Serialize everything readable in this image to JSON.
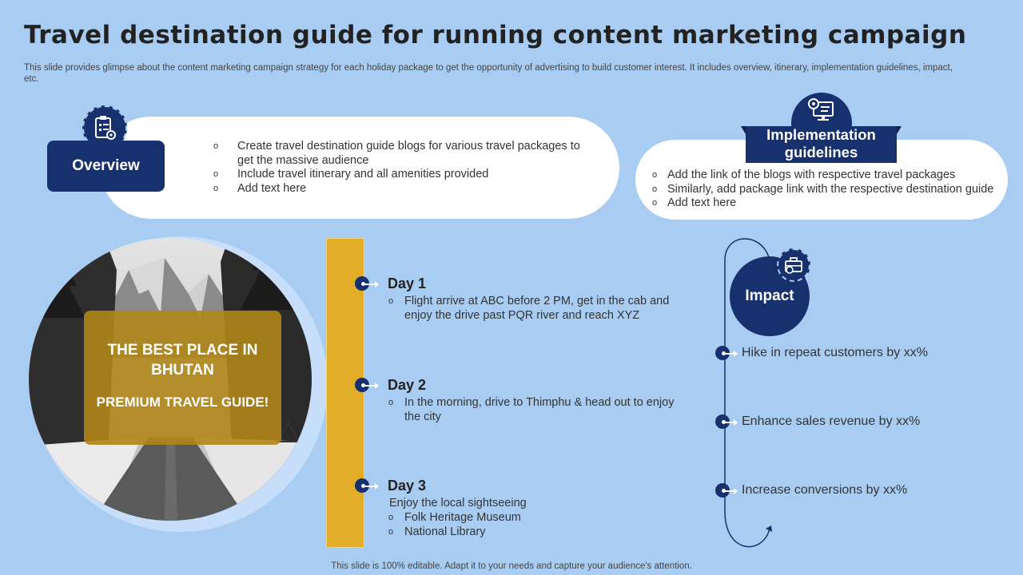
{
  "title": "Travel destination guide for running content marketing campaign",
  "subtitle": "This slide provides glimpse about the content marketing campaign strategy for each holiday package to get the opportunity of advertising to build customer interest. It includes overview, itinerary, implementation guidelines, impact, etc.",
  "overview": {
    "label": "Overview",
    "icon": "clipboard-gear-icon",
    "items": [
      "Create travel destination guide blogs for various travel packages to get the massive audience",
      "Include travel itinerary and all amenities provided",
      "Add text here"
    ]
  },
  "implementation": {
    "label": "Implementation guidelines",
    "icon": "monitor-gear-icon",
    "items": [
      "Add the link of the blogs with respective travel packages",
      "Similarly, add package link with the respective destination guide",
      "Add text here"
    ]
  },
  "photo_card": {
    "line1": "THE BEST PLACE IN BHUTAN",
    "line2": "PREMIUM TRAVEL GUIDE!"
  },
  "itinerary": {
    "days": [
      {
        "title": "Day 1",
        "items": [
          "Flight arrive at ABC before 2 PM, get in the cab and enjoy the drive past PQR river and reach XYZ"
        ]
      },
      {
        "title": "Day 2",
        "items": [
          "In the morning, drive to Thimphu & head out to enjoy the city"
        ]
      },
      {
        "title": "Day 3",
        "intro": "Enjoy the local sightseeing",
        "items": [
          "Folk Heritage Museum",
          "National Library"
        ]
      }
    ]
  },
  "impact": {
    "label": "Impact",
    "icon": "briefcase-gear-icon",
    "items": [
      "Hike in repeat customers by xx%",
      "Enhance sales revenue by xx%",
      "Increase conversions by xx%"
    ]
  },
  "footer": "This slide is 100% editable. Adapt it to your needs and capture your audience's attention.",
  "colors": {
    "background": "#a9cdf2",
    "navy": "#17306e",
    "gold": "#e2ae2a"
  }
}
